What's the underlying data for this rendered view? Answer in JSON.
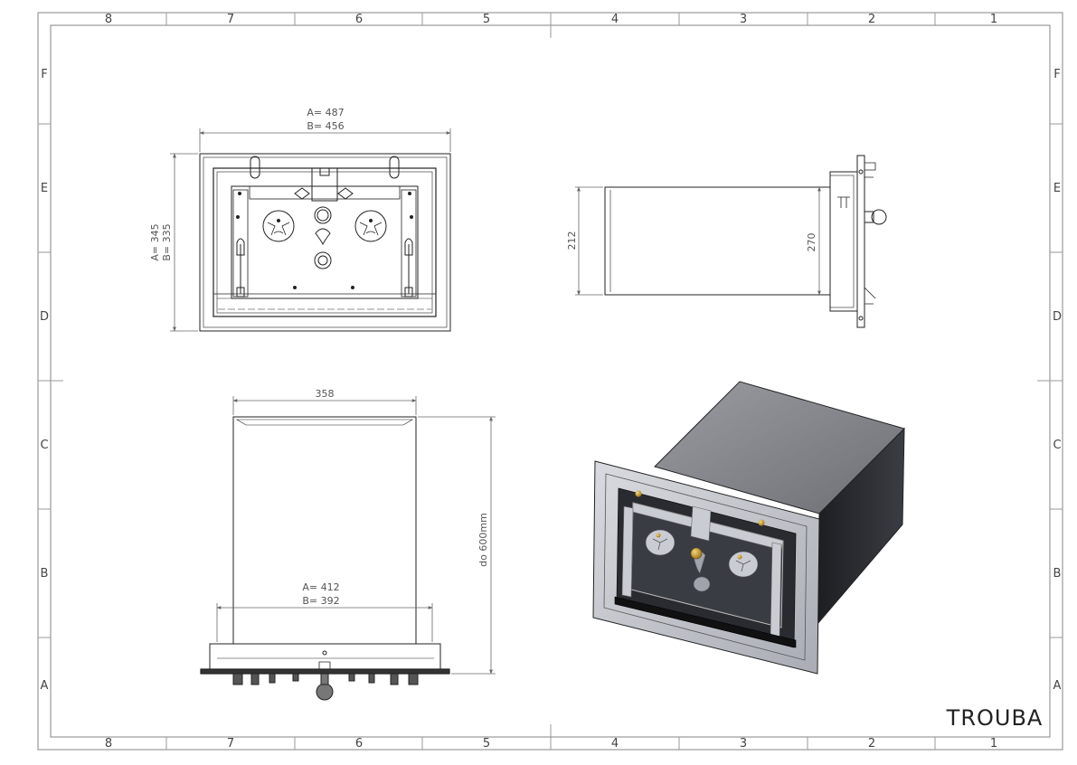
{
  "sheet": {
    "columns": [
      "8",
      "7",
      "6",
      "5",
      "4",
      "3",
      "2",
      "1"
    ],
    "rows": [
      "F",
      "E",
      "D",
      "C",
      "B",
      "A"
    ],
    "title": "TROUBA"
  },
  "front_view": {
    "dim_width_a": "A= 487",
    "dim_width_b": "B= 456",
    "dim_height_a": "A= 345",
    "dim_height_b": "B= 335"
  },
  "side_view": {
    "dim_depth_left": "212",
    "dim_height_right": "270"
  },
  "top_view": {
    "dim_width": "358",
    "dim_depth": "do 600mm",
    "dim_inner_a": "A= 412",
    "dim_inner_b": "B= 392"
  },
  "colors": {
    "line": "#222222",
    "dim_line": "#666666",
    "metal_light": "#c8cbd2",
    "metal_dark": "#2a2b30",
    "brass": "#c9a030"
  }
}
